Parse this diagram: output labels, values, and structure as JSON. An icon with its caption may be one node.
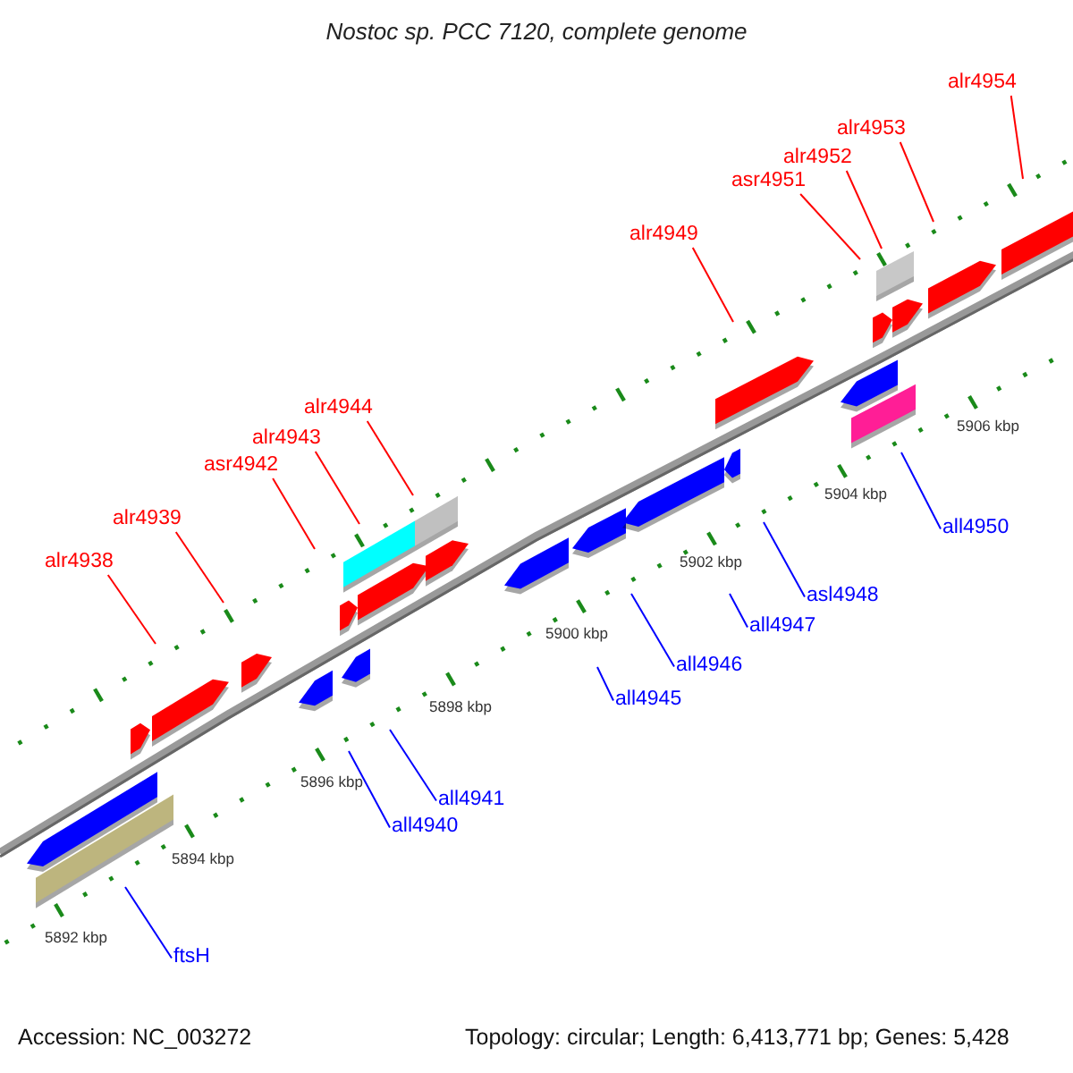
{
  "diagram": {
    "title": "Nostoc sp. PCC 7120, complete genome",
    "nodes": [
      {
        "text": [
          "alr4954"
        ]
      },
      {
        "text": [
          "alr4953"
        ]
      },
      {
        "text": [
          "alr4952"
        ]
      },
      {
        "text": [
          "asr4951"
        ]
      },
      {
        "text": [
          "alr4949"
        ]
      },
      {
        "text": [
          "alr4944"
        ]
      },
      {
        "text": [
          "alr4943"
        ]
      },
      {
        "text": [
          "asr4942"
        ]
      },
      {
        "text": [
          "alr4939"
        ]
      },
      {
        "text": [
          "alr4938"
        ]
      },
      {
        "text": [
          "all4950"
        ]
      },
      {
        "text": [
          "asl4948"
        ]
      },
      {
        "text": [
          "all4947"
        ]
      },
      {
        "text": [
          "all4946"
        ]
      },
      {
        "text": [
          "all4945"
        ]
      },
      {
        "text": [
          "all4941"
        ]
      },
      {
        "text": [
          "all4940"
        ]
      },
      {
        "text": [
          "ftsH"
        ]
      }
    ],
    "edges": [
      {
        "from": 0,
        "to": null,
        "arrow": "none"
      },
      {
        "from": 1,
        "to": null,
        "arrow": "none"
      },
      {
        "from": 2,
        "to": null,
        "arrow": "none"
      },
      {
        "from": 3,
        "to": null,
        "arrow": "none"
      },
      {
        "from": 4,
        "to": null,
        "arrow": "none"
      },
      {
        "from": 5,
        "to": null,
        "arrow": "none"
      },
      {
        "from": 6,
        "to": null,
        "arrow": "none"
      },
      {
        "from": 7,
        "to": null,
        "arrow": "none"
      },
      {
        "from": 8,
        "to": null,
        "arrow": "none"
      },
      {
        "from": 9,
        "to": null,
        "arrow": "none"
      },
      {
        "from": 10,
        "to": null,
        "arrow": "none",
        "color": "#0000ff"
      },
      {
        "from": 11,
        "to": null,
        "arrow": "none",
        "color": "#0000ff"
      },
      {
        "from": 12,
        "to": null,
        "arrow": "none",
        "color": "#0000ff"
      },
      {
        "from": 13,
        "to": null,
        "arrow": "none",
        "color": "#0000ff"
      },
      {
        "from": 14,
        "to": null,
        "arrow": "none",
        "color": "#0000ff"
      },
      {
        "from": 15,
        "to": null,
        "arrow": "none",
        "color": "#0000ff"
      },
      {
        "from": 16,
        "to": null,
        "arrow": "none",
        "color": "#0000ff"
      },
      {
        "from": 17,
        "to": null,
        "arrow": "none",
        "color": "#0000ff"
      }
    ],
    "labels": [
      "5906 kbp",
      "5904 kbp",
      "5902 kbp",
      "5900 kbp",
      "5898 kbp",
      "5896 kbp",
      "5894 kbp",
      "5892 kbp",
      "Accession: NC_003272",
      "Topology: circular; Length: 6,413,771 bp; Genes: 5,428"
    ]
  }
}
